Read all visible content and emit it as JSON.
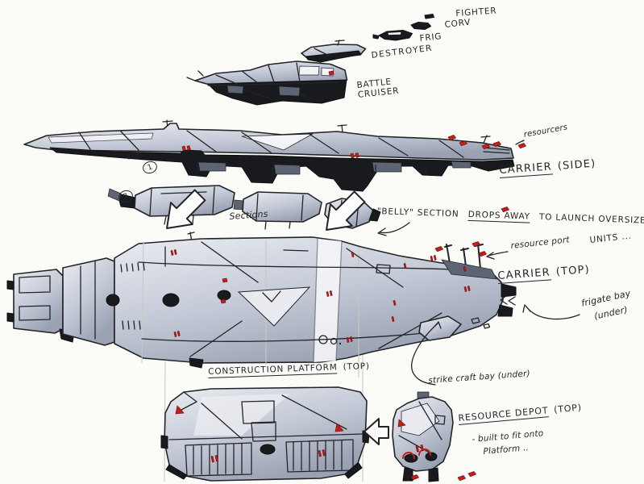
{
  "palette": {
    "paper": "#fbfbf8",
    "ink": "#232428",
    "hull_gray": "#c3c9d6",
    "hull_shadow": "#191a1e",
    "highlight": "#f2f4f7",
    "accent_red": "#c2201d",
    "pencil": "#c9c9c2"
  },
  "icons": {
    "resourcer_dot": "small red resourcer ship",
    "block_arrow": "belly-drop direction arrow",
    "hollow_arrow_left": "depot-fits-platform arrow"
  },
  "markers": {
    "step1": "1",
    "step2": "2"
  },
  "labels": {
    "fighter": "FIGHTER",
    "corvette": "CORV",
    "frigate": "FRIG",
    "destroyer": "DESTROYER",
    "battle_cruiser_line1": "BATTLE",
    "battle_cruiser_line2": "CRUISER",
    "resourcers": "resourcers",
    "carrier_side": {
      "name": "CARRIER",
      "view": "(SIDE)"
    },
    "belly_note": {
      "part1": "\"BELLY\" SECTION",
      "part2": "DROPS AWAY",
      "part3": "TO LAUNCH OVERSIZED",
      "part4": "UNITS ..."
    },
    "sections": "Sections",
    "resource_port": "resource port",
    "carrier_top": {
      "name": "CARRIER",
      "view": "(TOP)"
    },
    "frigate_bay": {
      "line1": "frigate bay",
      "line2": "(under)"
    },
    "construction_platform": {
      "name": "CONSTRUCTION PLATFORM",
      "view": "(TOP)"
    },
    "strike_craft_bay": "strike craft bay (under)",
    "resource_depot": {
      "name": "RESOURCE DEPOT",
      "view": "(TOP)",
      "note1": "- built to fit onto",
      "note2": "Platform .."
    }
  }
}
